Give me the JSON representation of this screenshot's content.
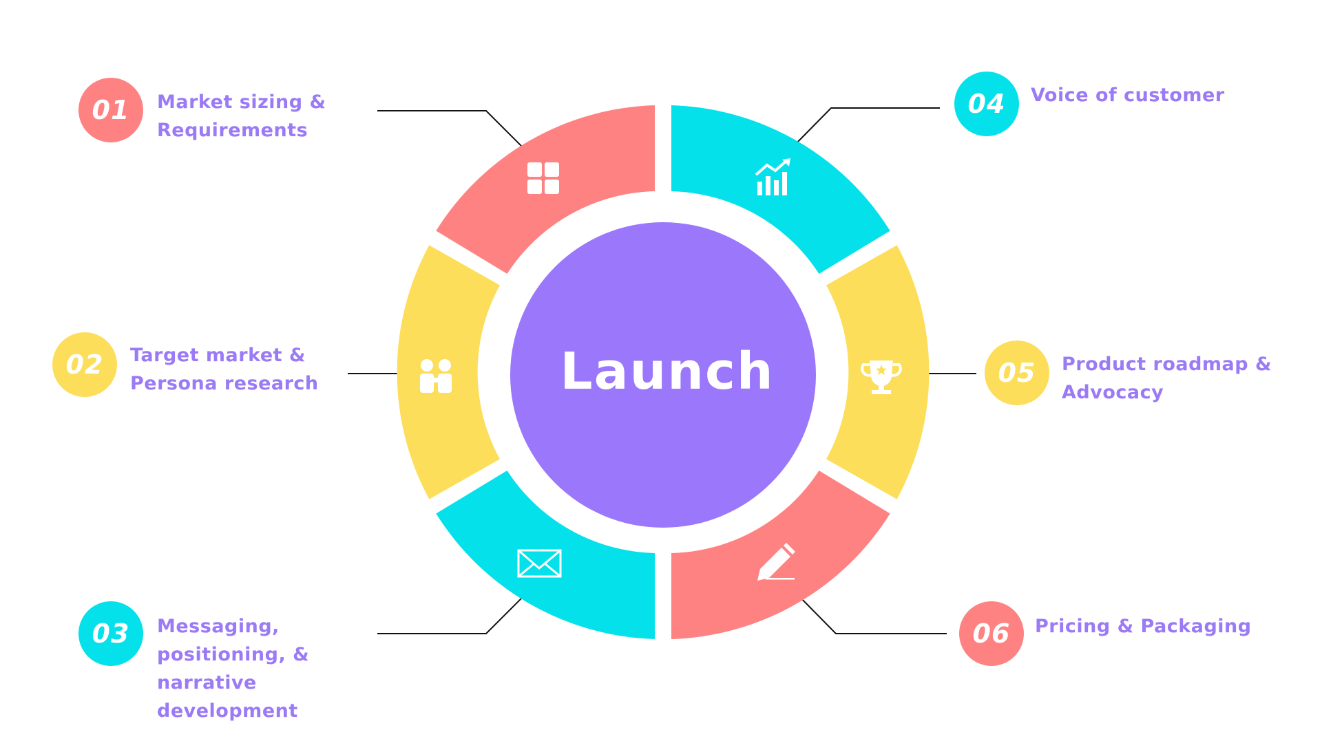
{
  "center": {
    "title": "Launch"
  },
  "colors": {
    "salmon": "#ff8282",
    "cyan": "#04e1ea",
    "yellow": "#fcde5a",
    "purple": "#9a77fb",
    "label_text": "#9b7af5",
    "connector": "#111111"
  },
  "steps": [
    {
      "number": "01",
      "label": "Market sizing &\nRequirements",
      "color": "#ff8282",
      "icon": "grid-icon"
    },
    {
      "number": "02",
      "label": "Target market &\nPersona research",
      "color": "#fcde5a",
      "icon": "people-icon"
    },
    {
      "number": "03",
      "label": "Messaging,\npositioning, &\nnarrative\ndevelopment",
      "color": "#04e1ea",
      "icon": "envelope-icon"
    },
    {
      "number": "04",
      "label": "Voice of customer",
      "color": "#04e1ea",
      "icon": "growth-chart-icon"
    },
    {
      "number": "05",
      "label": "Product roadmap &\nAdvocacy",
      "color": "#fcde5a",
      "icon": "trophy-icon"
    },
    {
      "number": "06",
      "label": "Pricing & Packaging",
      "color": "#ff8282",
      "icon": "pencil-icon"
    }
  ]
}
